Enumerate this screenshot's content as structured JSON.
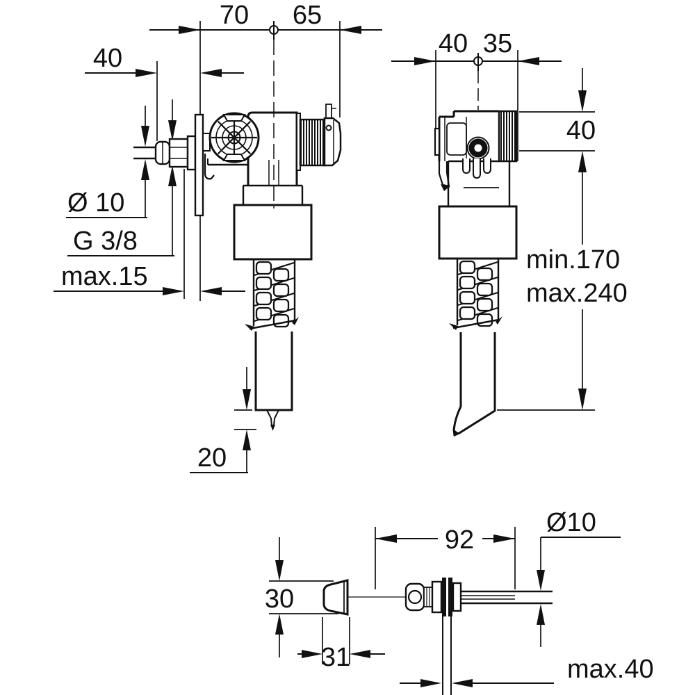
{
  "drawing": {
    "type": "technical-dimension-drawing",
    "background": "#ffffff",
    "line_color": "#111111",
    "views": {
      "side": {
        "name": "side-view",
        "dims": {
          "span_left": "70",
          "span_right": "65",
          "inlet_length": "40",
          "pipe_diameter": "Ø 10",
          "thread": "G 3/8",
          "wall_thickness": "max.15",
          "nozzle_length": "20"
        }
      },
      "front": {
        "name": "front-view",
        "dims": {
          "span_left": "40",
          "span_right": "35",
          "head_height": "40",
          "length_min": "min.170",
          "length_max": "max.240"
        }
      },
      "float_rod": {
        "name": "float-rod-view",
        "dims": {
          "rod_length": "92",
          "rod_diameter": "Ø10",
          "float_height": "30",
          "float_width": "31",
          "adjust_max": "max.40"
        }
      }
    }
  }
}
